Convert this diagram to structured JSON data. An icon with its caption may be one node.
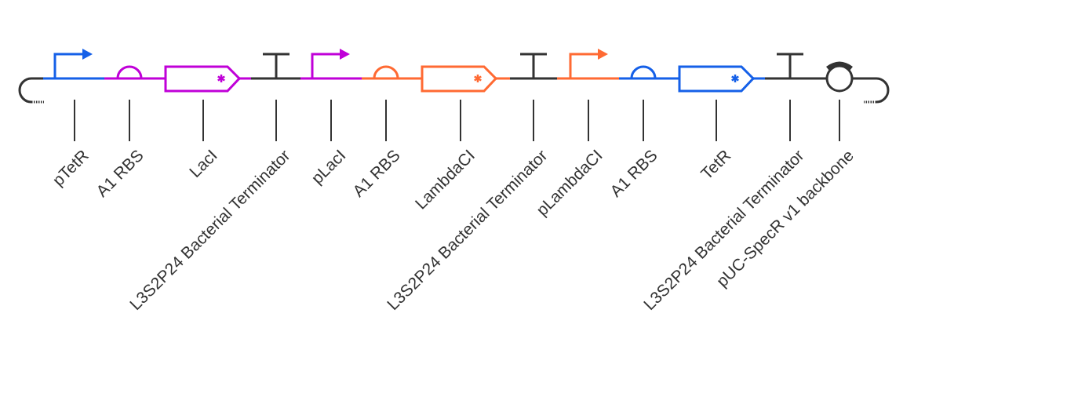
{
  "diagram": {
    "nodes": [
      {
        "text": [],
        "shape": "arrow"
      },
      {
        "text": [],
        "shape": "semicircle"
      },
      {
        "text": [],
        "shape": "pentagon"
      },
      {
        "text": [],
        "shape": "tee"
      },
      {
        "text": [],
        "shape": "arrow"
      },
      {
        "text": [],
        "shape": "semicircle"
      },
      {
        "text": [],
        "shape": "pentagon"
      },
      {
        "text": [],
        "shape": "tee"
      },
      {
        "text": [],
        "shape": "arrow"
      },
      {
        "text": [],
        "shape": "semicircle"
      },
      {
        "text": [],
        "shape": "pentagon"
      },
      {
        "text": [],
        "shape": "tee"
      },
      {
        "text": [],
        "shape": "circle"
      },
      {
        "text": [
          "pTetR"
        ]
      },
      {
        "text": [
          "A1 RBS"
        ]
      },
      {
        "text": [
          "LacI"
        ]
      },
      {
        "text": [
          "L3S2P24 Bacterial Terminator"
        ]
      },
      {
        "text": [
          "pLacI"
        ]
      },
      {
        "text": [
          "A1 RBS"
        ]
      },
      {
        "text": [
          "LambdaCI"
        ]
      },
      {
        "text": [
          "L3S2P24 Bacterial Terminator"
        ]
      },
      {
        "text": [
          "pLambdaCI"
        ]
      },
      {
        "text": [
          "A1 RBS"
        ]
      },
      {
        "text": [
          "TetR"
        ]
      },
      {
        "text": [
          "L3S2P24 Bacterial Terminator"
        ]
      },
      {
        "text": [
          "pUC-SpecR v1 backbone"
        ]
      }
    ],
    "edges": [
      {
        "from": 13,
        "to": 0,
        "arrow": "none"
      },
      {
        "from": 14,
        "to": 1,
        "arrow": "none"
      },
      {
        "from": 15,
        "to": 2,
        "arrow": "none"
      },
      {
        "from": 16,
        "to": 3,
        "arrow": "none"
      },
      {
        "from": 17,
        "to": 4,
        "arrow": "none"
      },
      {
        "from": 18,
        "to": 5,
        "arrow": "none"
      },
      {
        "from": 19,
        "to": 6,
        "arrow": "none"
      },
      {
        "from": 20,
        "to": 7,
        "arrow": "none"
      },
      {
        "from": 21,
        "to": 8,
        "arrow": "none"
      },
      {
        "from": 22,
        "to": 9,
        "arrow": "none"
      },
      {
        "from": 23,
        "to": 10,
        "arrow": "none"
      },
      {
        "from": 24,
        "to": 11,
        "arrow": "none"
      },
      {
        "from": 25,
        "to": 12,
        "arrow": "none"
      }
    ]
  }
}
